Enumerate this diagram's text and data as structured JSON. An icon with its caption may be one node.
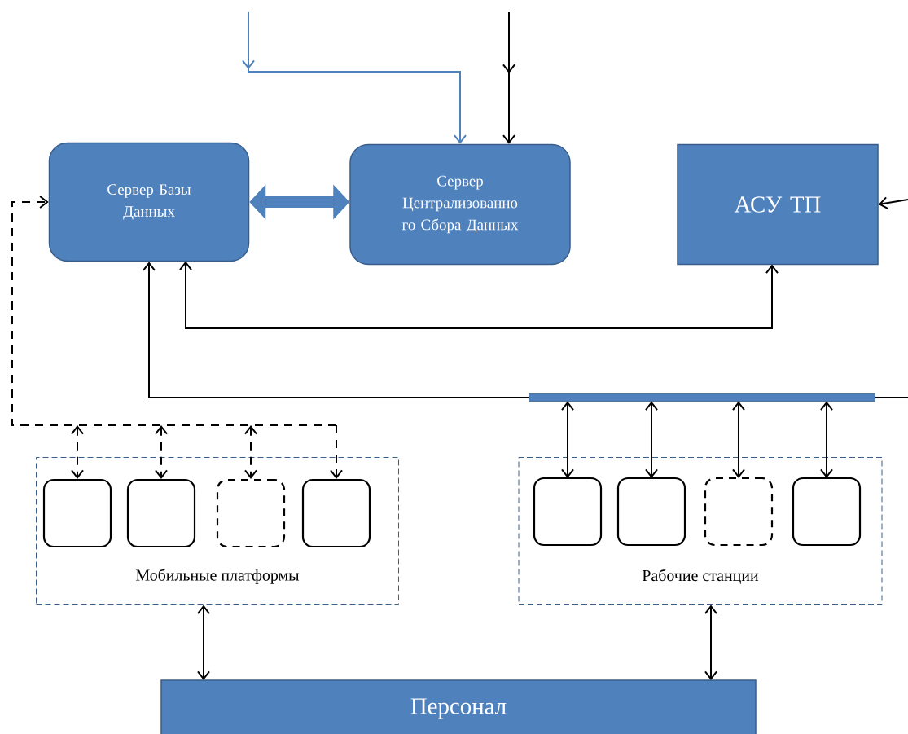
{
  "diagram": {
    "nodes": [
      {
        "text": [
          "Сервер Базы Данных"
        ]
      },
      {
        "text": [
          "Сервер Централизованно го Сбора Данных"
        ]
      },
      {
        "text": [
          "АСУ ТП"
        ]
      },
      {
        "text": [
          "Мобильные платформы"
        ]
      },
      {
        "text": [],
        "shape": "box",
        "in": 3
      },
      {
        "text": [],
        "shape": "box",
        "in": 3
      },
      {
        "text": [],
        "shape": "box",
        "in": 3
      },
      {
        "text": [],
        "shape": "box",
        "in": 3
      },
      {
        "text": [
          "Рабочие станции"
        ]
      },
      {
        "text": [],
        "shape": "box",
        "in": 8
      },
      {
        "text": [],
        "shape": "box",
        "in": 8
      },
      {
        "text": [],
        "shape": "box",
        "in": 8
      },
      {
        "text": [],
        "shape": "box",
        "in": 8
      },
      {
        "text": [
          "Персонал"
        ]
      },
      {
        "text": [],
        "shape": "bar"
      }
    ],
    "edges": [
      {
        "from": null,
        "to": 1,
        "arrow": "to",
        "color": "#4f81bd"
      },
      {
        "from": null,
        "to": 1,
        "arrow": "to"
      },
      {
        "from": 0,
        "to": 1,
        "arrow": "both",
        "style": "thick",
        "color": "#4f81bd"
      },
      {
        "from": null,
        "to": 2,
        "arrow": "to"
      },
      {
        "from": 0,
        "to": 2,
        "arrow": "both"
      },
      {
        "from": 14,
        "to": 0,
        "arrow": "to"
      },
      {
        "from": 14,
        "to": null,
        "arrow": "none"
      },
      {
        "from": 4,
        "to": 0,
        "arrow": "both",
        "style": "dashed"
      },
      {
        "from": 5,
        "to": 0,
        "arrow": "both",
        "style": "dashed"
      },
      {
        "from": 6,
        "to": 0,
        "arrow": "both",
        "style": "dashed"
      },
      {
        "from": 7,
        "to": 0,
        "arrow": "both",
        "style": "dashed"
      },
      {
        "from": 14,
        "to": 9,
        "arrow": "both"
      },
      {
        "from": 14,
        "to": 10,
        "arrow": "both"
      },
      {
        "from": 14,
        "to": 11,
        "arrow": "both"
      },
      {
        "from": 14,
        "to": 12,
        "arrow": "both"
      },
      {
        "from": 3,
        "to": 13,
        "arrow": "both"
      },
      {
        "from": 8,
        "to": 13,
        "arrow": "both"
      }
    ]
  }
}
